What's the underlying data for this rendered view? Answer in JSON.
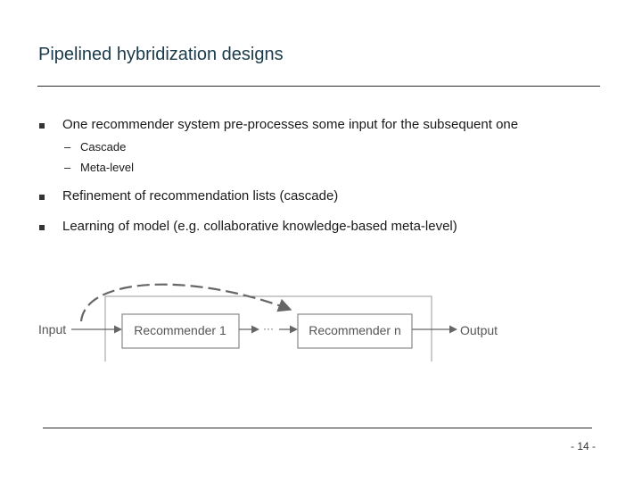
{
  "slide": {
    "title": "Pipelined hybridization designs",
    "page_number": "- 14 -"
  },
  "bullets": [
    {
      "text": "One recommender system pre-processes some input for the subsequent one",
      "sub": [
        "Cascade",
        "Meta-level"
      ]
    },
    {
      "text": "Refinement of recommendation lists (cascade)"
    },
    {
      "text": "Learning of model (e.g. collaborative knowledge-based meta-level)"
    }
  ],
  "sub_dash": "–",
  "diagram": {
    "input_label": "Input",
    "output_label": "Output",
    "ellipsis": "···",
    "boxes": [
      "Recommender 1",
      "Recommender n"
    ]
  }
}
